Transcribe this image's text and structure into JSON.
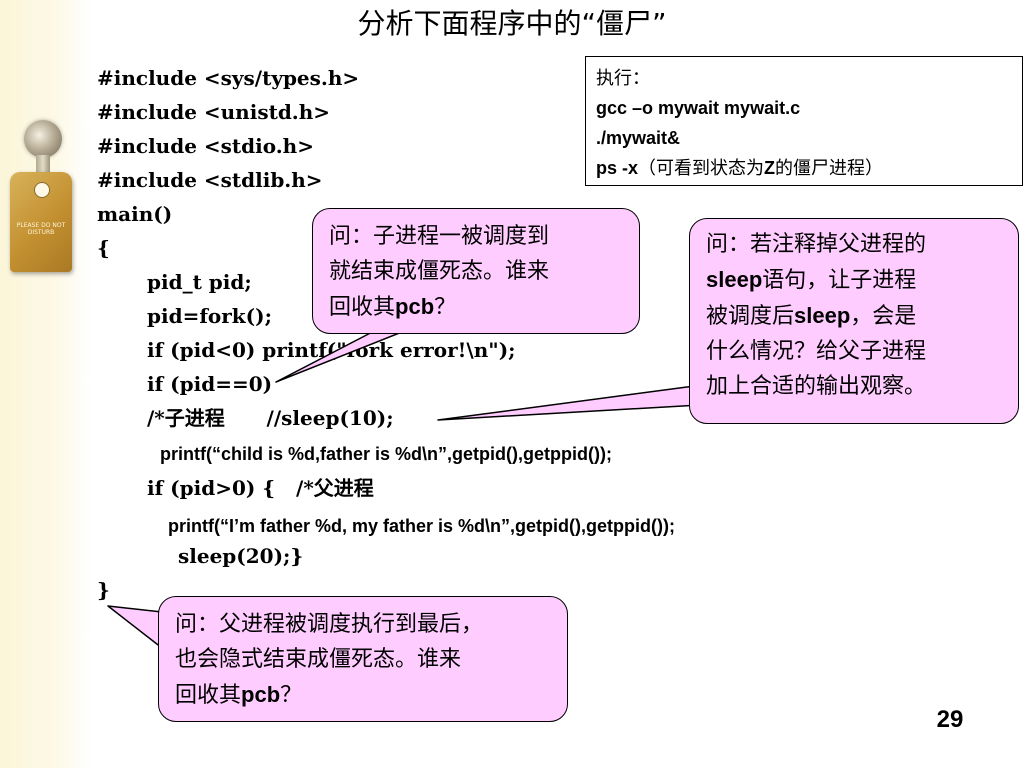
{
  "slide": {
    "title": "分析下面程序中的“僵尸”",
    "page_number": "29",
    "decor": {
      "sign_text": "PLEASE DO NOT DISTURB",
      "accent": "#ffccff"
    }
  },
  "code": {
    "lines": [
      "#include <sys/types.h>",
      "#include <unistd.h>",
      "#include <stdio.h>",
      "#include <stdlib.h>",
      "main()",
      "{",
      "pid_t pid;",
      "pid=fork();",
      "if (pid<0) printf(\"fork error!\\n\");",
      "if (pid==0)",
      "/*子进程      //sleep(10);",
      "printf(“child is %d,father is %d\\n”,getpid(),getppid());",
      "if (pid>0) {   /*父进程",
      "printf(“I’m father %d, my father is %d\\n”,getpid(),getppid());",
      "sleep(20);}",
      "}"
    ]
  },
  "exec_box": {
    "label": "执行：",
    "line1": "gcc –o mywait mywait.c",
    "line2": "./mywait&",
    "line3_cmd": "ps -x",
    "line3_note_a": "（可看到状态为",
    "line3_note_z": "Z",
    "line3_note_b": "的僵尸进程）"
  },
  "bubbles": {
    "child_reaper": {
      "line1": "问：子进程一被调度到",
      "line2": "就结束成僵死态。谁来",
      "line3_a": "回收其",
      "line3_b": "pcb",
      "line3_c": "？"
    },
    "sleep_question": {
      "line1": "问：若注释掉父进程的",
      "line2_a": "sleep",
      "line2_b": "语句，让子进程",
      "line3_a": "被调度后",
      "line3_b": "sleep",
      "line3_c": "，会是",
      "line4": "什么情况？给父子进程",
      "line5": "加上合适的输出观察。"
    },
    "parent_reaper": {
      "line1": "问：父进程被调度执行到最后，",
      "line2": "也会隐式结束成僵死态。谁来",
      "line3_a": "回收其",
      "line3_b": "pcb",
      "line3_c": "？"
    }
  }
}
